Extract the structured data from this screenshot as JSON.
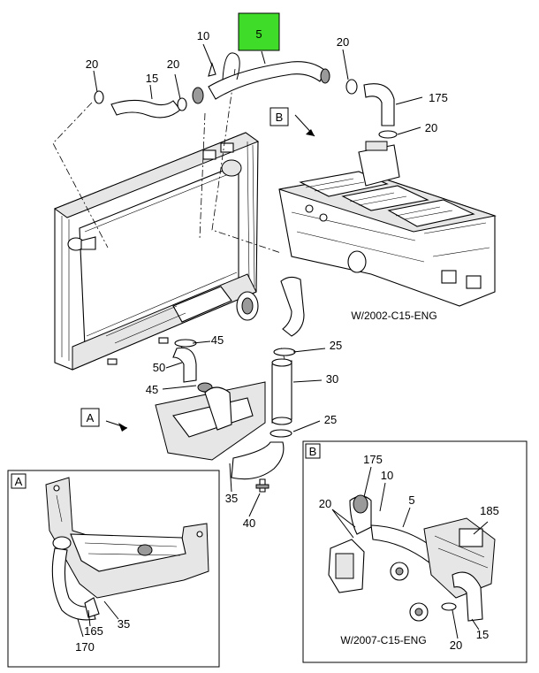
{
  "highlight_color": "#3fdc2a",
  "callouts": {
    "c5_top": "5",
    "c10_top": "10",
    "c20_a": "20",
    "c20_b": "20",
    "c20_c": "20",
    "c20_d": "20",
    "c15": "15",
    "c175": "175",
    "c45_a": "45",
    "c45_b": "45",
    "c50": "50",
    "c25_a": "25",
    "c25_b": "25",
    "c30": "30",
    "c35": "35",
    "c40": "40",
    "inset_a_165": "165",
    "inset_a_35": "35",
    "inset_a_170": "170",
    "inset_b_175": "175",
    "inset_b_10": "10",
    "inset_b_20_a": "20",
    "inset_b_5": "5",
    "inset_b_185": "185",
    "inset_b_20_b": "20",
    "inset_b_15": "15"
  },
  "view_tags": {
    "b_main": "B",
    "a_main": "A",
    "a_inset": "A",
    "b_inset": "B"
  },
  "captions": {
    "main_engine": "W/2002-C15-ENG",
    "inset_b_engine": "W/2007-C15-ENG"
  }
}
